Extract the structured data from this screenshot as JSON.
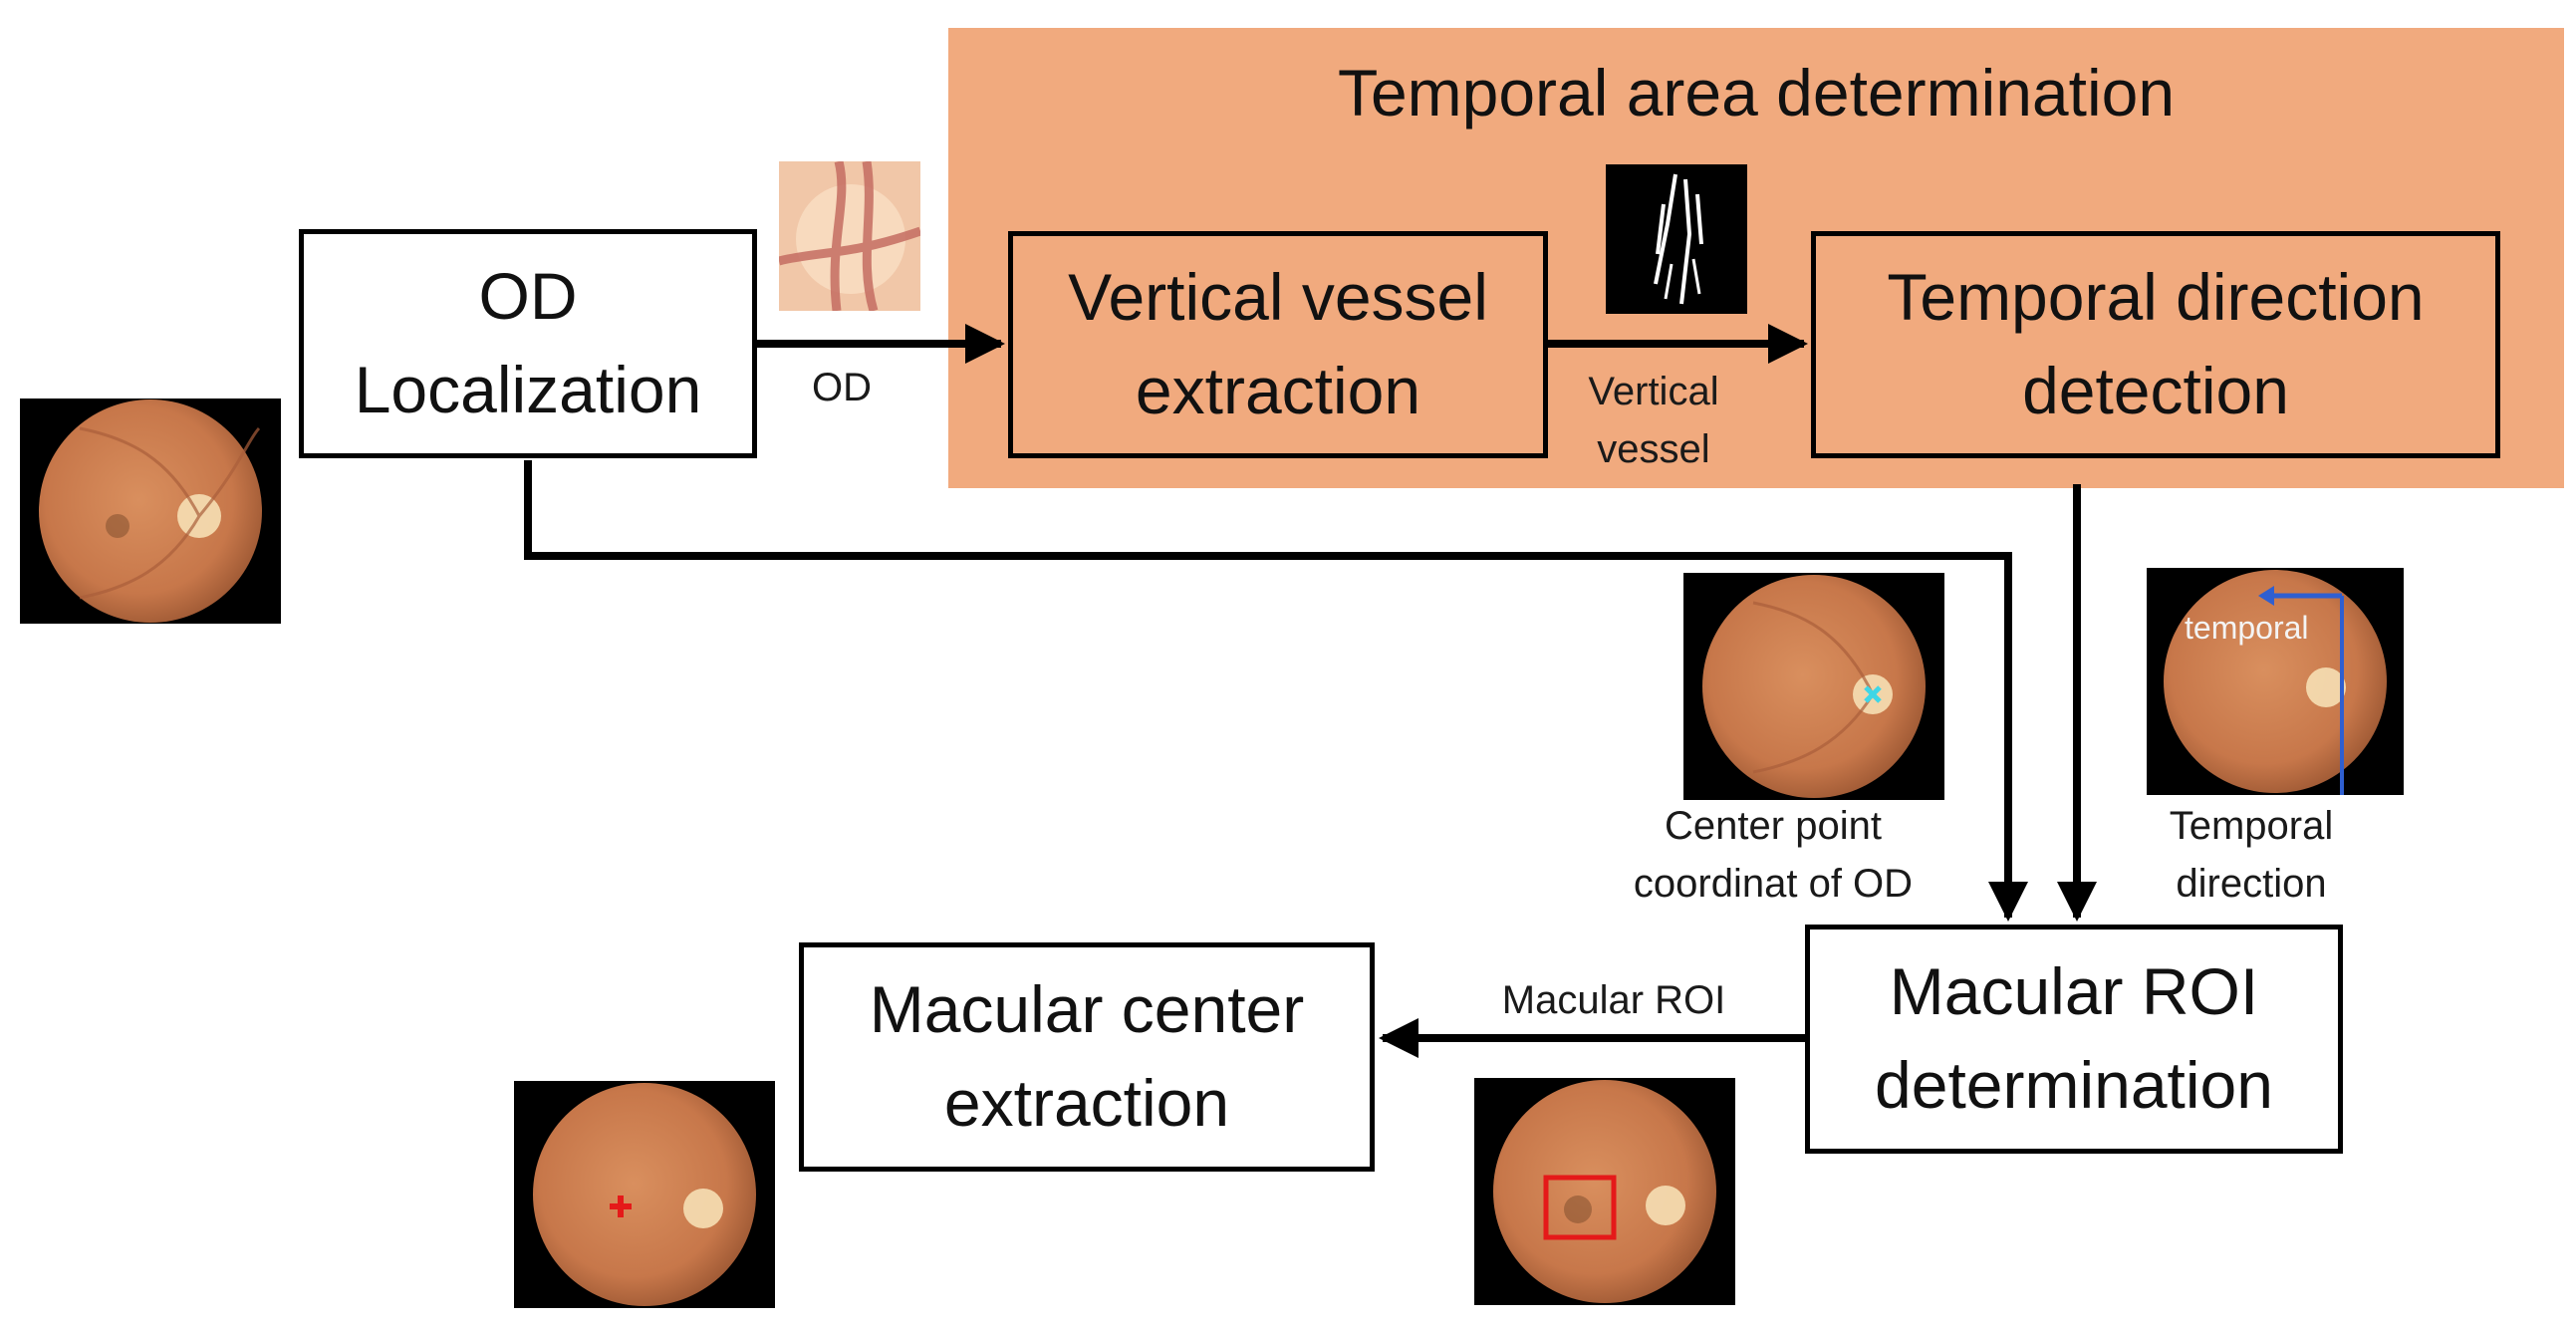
{
  "panel": {
    "title": "Temporal area determination"
  },
  "boxes": {
    "od_localization": "OD\nLocalization",
    "vertical_vessel": "Vertical vessel\nextraction",
    "temporal_direction": "Temporal direction\ndetection",
    "macular_roi": "Macular ROI\ndetermination",
    "macular_center": "Macular center\nextraction"
  },
  "labels": {
    "od": "OD",
    "vertical_vessel": "Vertical\nvessel",
    "center_point": "Center point\ncoordinat of OD",
    "temporal_direction": "Temporal\ndirection",
    "macular_roi": "Macular ROI",
    "temporal": "temporal"
  },
  "colors": {
    "panel": "#f1aa7e",
    "fundus": "#c9774a",
    "od_marker": "#3fd6e6",
    "temporal_arrow": "#2f5fd0",
    "macula_marker": "#e51919"
  }
}
